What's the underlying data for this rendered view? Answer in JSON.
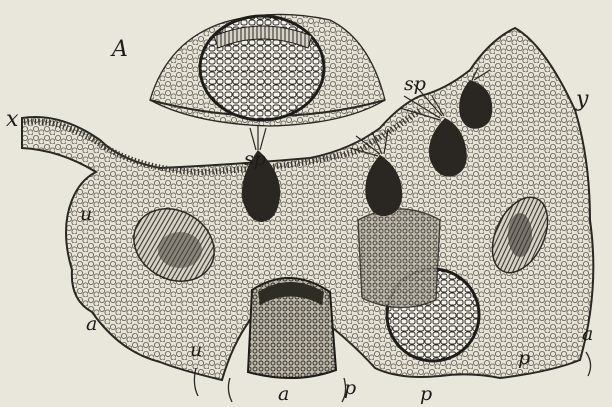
{
  "figure": {
    "labels": {
      "A": "A",
      "x": "x",
      "y": "y",
      "sp_top": "sp",
      "sp_mid": "sp",
      "u_upper": "u",
      "u_lower": "u",
      "a_left": "a",
      "a_right": "a",
      "a_bottom": "a",
      "p_center": "p",
      "p_bottom": "p",
      "p_right": "p"
    }
  }
}
